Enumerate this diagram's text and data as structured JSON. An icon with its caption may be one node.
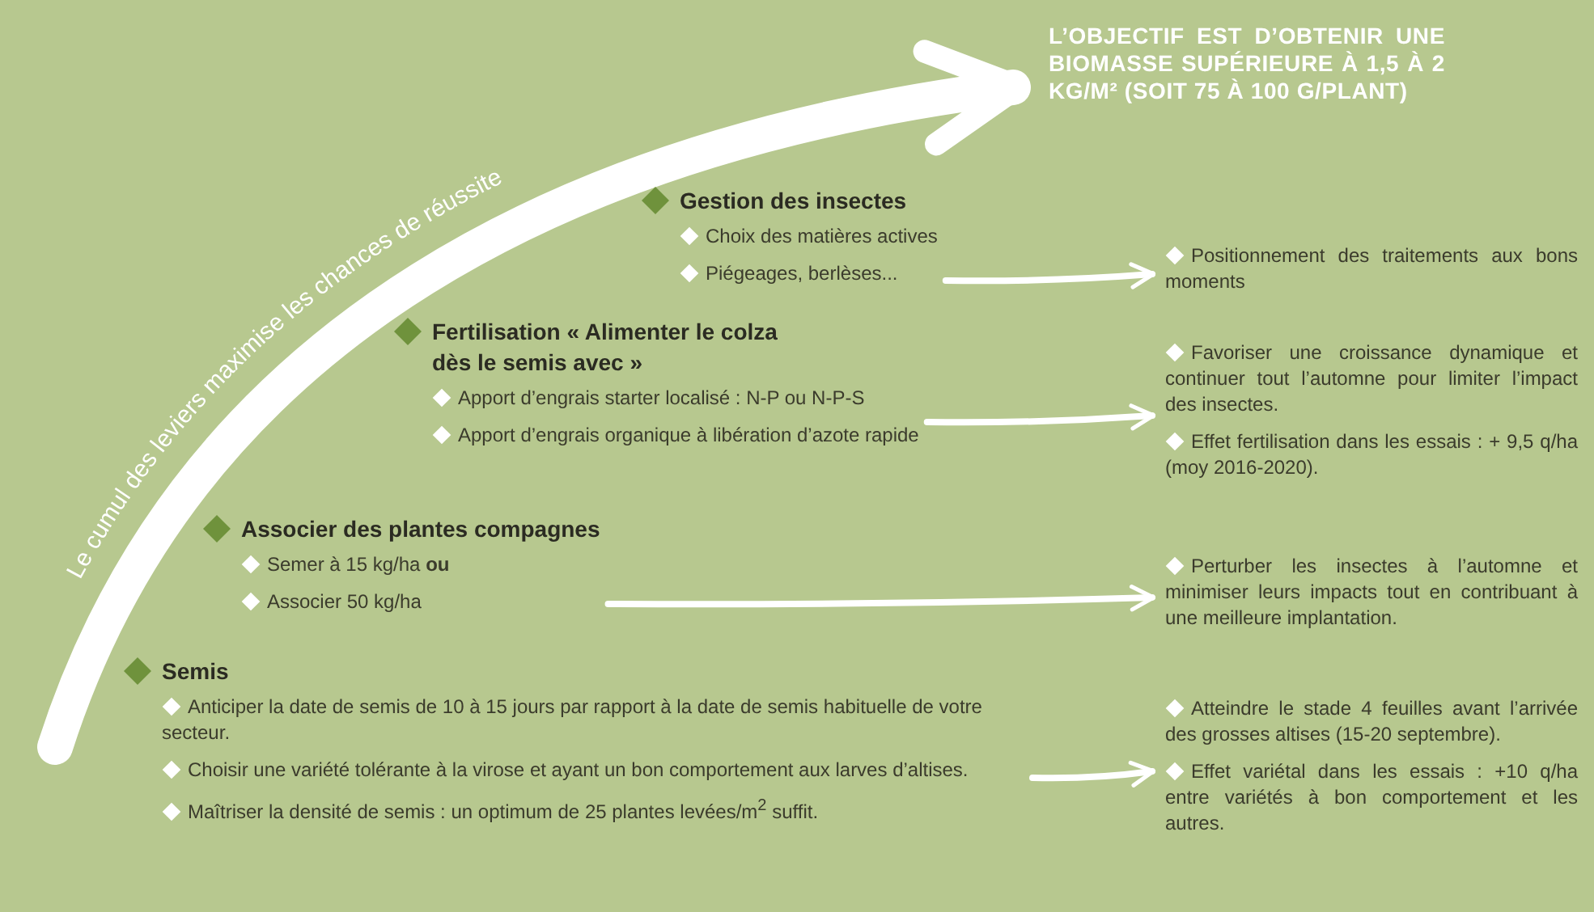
{
  "diagram": {
    "nodes": [
      {
        "text": [
          "L’OBJECTIF EST D’OBTENIR UNE BIOMASSE SUPÉRIEURE À 1,5 À 2 KG/M² (SOIT 75 À 100 G/PLANT)"
        ]
      },
      {
        "text": [
          "Gestion des insectes",
          "Choix des matières actives",
          "Piégeages, berlèses..."
        ]
      },
      {
        "text": [
          "Positionnement des traitements aux bons moments"
        ]
      },
      {
        "text": [
          "Fertilisation « Alimenter le colza dès le semis avec »",
          "Apport d’engrais starter localisé : N-P ou N-P-S",
          "Apport d’engrais organique à libération d’azote rapide"
        ]
      },
      {
        "text": [
          "Favoriser une croissance dynamique et continuer tout l’automne pour limiter l’impact des insectes.",
          "Effet fertilisation dans les essais : + 9,5 q/ha (moy 2016-2020)."
        ]
      },
      {
        "text": [
          "Associer des plantes compagnes",
          "Semer à 15 kg/ha **ou**",
          "Associer 50 kg/ha"
        ]
      },
      {
        "text": [
          "Perturber les insectes à l’automne et minimiser leurs impacts tout en contribuant à une meilleure implantation."
        ]
      },
      {
        "text": [
          "Semis",
          "Anticiper la date de semis de 10 à 15 jours par rapport à la date de semis habituelle de votre secteur.",
          "Choisir une variété tolérante à la virose et ayant un bon comportement aux larves d’altises.",
          "Maîtriser la densité de semis : un optimum de 25 plantes levées/m$^{2}$ suffit."
        ]
      },
      {
        "text": [
          "Atteindre le stade 4 feuilles avant l’arrivée des grosses altises (15-20 septembre).",
          "Effet variétal dans les essais : +10 q/ha entre variétés à bon comportement et les autres."
        ]
      }
    ],
    "edges": [
      {
        "from": 1,
        "to": 2,
        "arrow": "to"
      },
      {
        "from": 3,
        "to": 4,
        "arrow": "to"
      },
      {
        "from": 5,
        "to": 6,
        "arrow": "to"
      },
      {
        "from": 7,
        "to": 8,
        "arrow": "to"
      },
      {
        "from": null,
        "to": 0,
        "arrow": "to",
        "label": "Le cumul des leviers maximise les chances de réussite",
        "style": "thick"
      }
    ]
  }
}
